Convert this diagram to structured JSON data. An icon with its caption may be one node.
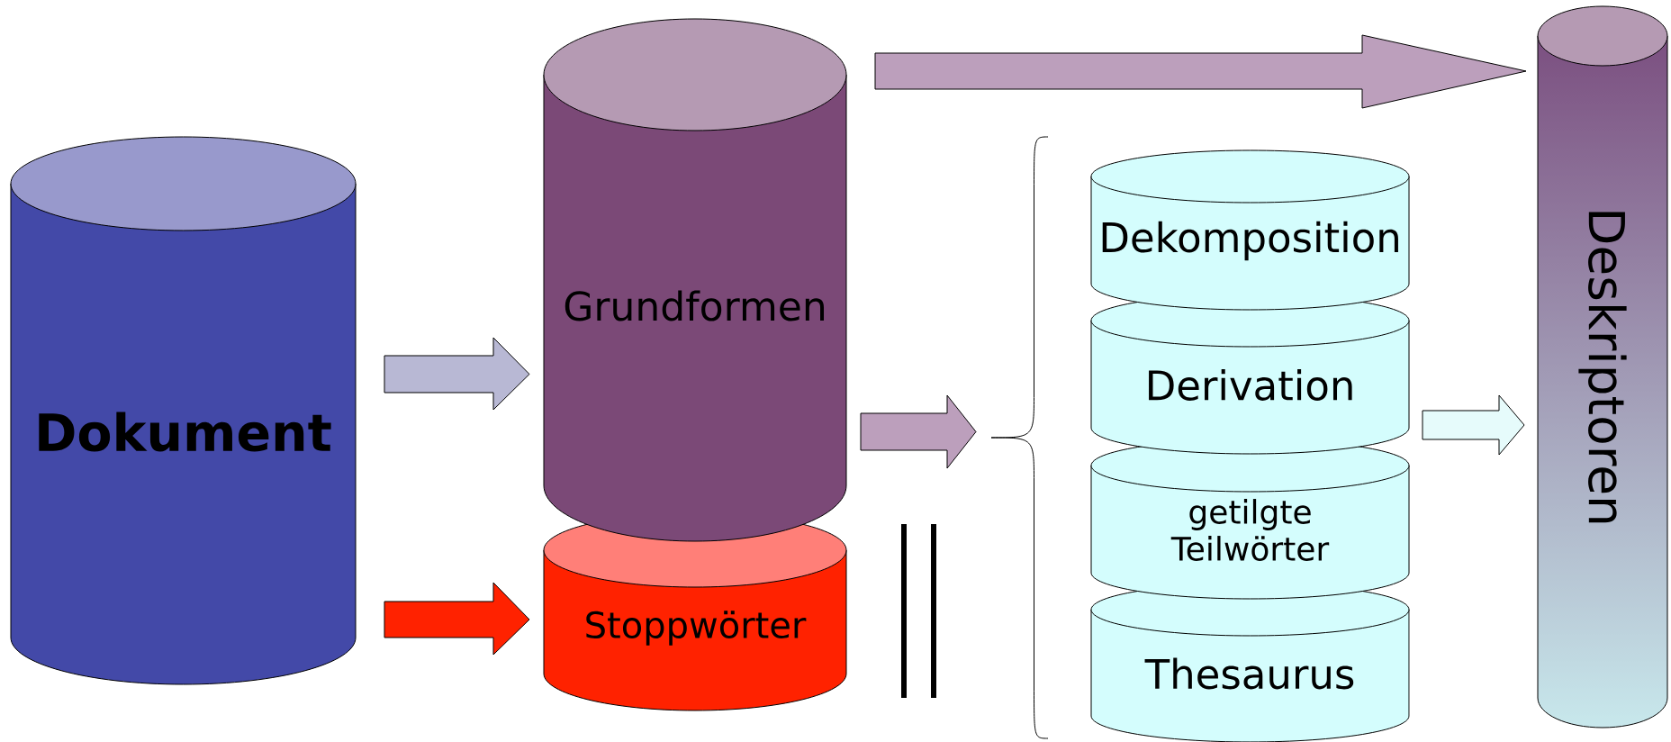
{
  "diagram": {
    "nodes": [
      {
        "text": [
          "**Dokument**"
        ]
      },
      {
        "text": [
          "Grundformen"
        ]
      },
      {
        "text": [
          "Stoppwörter"
        ]
      },
      {
        "text": [],
        "shape": "brace"
      },
      {
        "text": [
          "Dekomposition"
        ]
      },
      {
        "text": [
          "Derivation"
        ]
      },
      {
        "text": [
          "getilgte Teilwörter"
        ]
      },
      {
        "text": [
          "Thesaurus"
        ]
      },
      {
        "text": [
          "Deskriptoren"
        ]
      }
    ],
    "edges": [
      {
        "from": 0,
        "to": 1,
        "arrow": "to",
        "color": "#b8b8d4"
      },
      {
        "from": 0,
        "to": 2,
        "arrow": "to",
        "color": "#ff2200"
      },
      {
        "from": 1,
        "to": 3,
        "arrow": "to",
        "color": "#bc9fbc"
      },
      {
        "from": 5,
        "to": 8,
        "arrow": "to",
        "color": "#e6fbfb"
      },
      {
        "from": 1,
        "to": 8,
        "arrow": "to",
        "color": "#bc9fbc"
      }
    ]
  }
}
